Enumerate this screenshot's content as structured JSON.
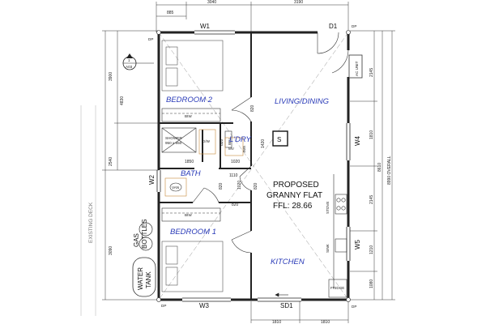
{
  "top_dims": {
    "segment_a": "885",
    "segment_b": "3040",
    "segment_c": "3190"
  },
  "left_dims": {
    "d1": "3900",
    "d2": "4830",
    "d3": "2540",
    "d4": "3090"
  },
  "right_dims": {
    "d1": "2145",
    "d2": "1810",
    "d3": "2145",
    "d4": "1210",
    "d5": "1080",
    "overall_a": "8610",
    "overall_b": "8990 OVERALL"
  },
  "bottom_dims": {
    "d1": "1810",
    "d2": "1810"
  },
  "interior_dims": {
    "shower_w": "1850",
    "ldry_w": "1020",
    "bath_w": "1110",
    "ldry_h": "1420",
    "door_lr": "820",
    "door_bath": "820",
    "door_bath2": "1020",
    "door_bed1": "820",
    "door_lr2": "820",
    "bed_label_v": "820"
  },
  "rooms": {
    "bedroom2": "BEDROOM 2",
    "living": "LIVING/DINING",
    "laundry": "L'DRY",
    "bath": "BATH",
    "bedroom1": "BEDROOM 1",
    "kitchen": "KITCHEN"
  },
  "windows": {
    "w1": "W1",
    "w2": "W2",
    "w3": "W3",
    "w4": "W4",
    "w5": "W5",
    "d1": "D1",
    "sd1": "SD1"
  },
  "fixtures": {
    "biw_top": "BIW",
    "biw_bottom": "BIW",
    "shower": "SHOWER",
    "shower_size": "950 x 950",
    "wc": "D/W",
    "tub": "TUB",
    "mv": "MV",
    "wm": "WM",
    "van": "VAN",
    "stove": "STOVE",
    "sink": "SINK",
    "fridge": "FRIDGE",
    "ac_unit": "AC UNIT",
    "dp": "DP"
  },
  "symbol": {
    "s_box": "S",
    "section_no": "1",
    "section_ref": "A03"
  },
  "notes": {
    "proposed_1": "PROPOSED",
    "proposed_2": "GRANNY FLAT",
    "ffl": "FFL: 28.66"
  },
  "external": {
    "gas_1": "GAS",
    "gas_2": "BOTTLES",
    "water_1": "WATER",
    "water_2": "TANK",
    "deck": "EXISTING DECK"
  }
}
